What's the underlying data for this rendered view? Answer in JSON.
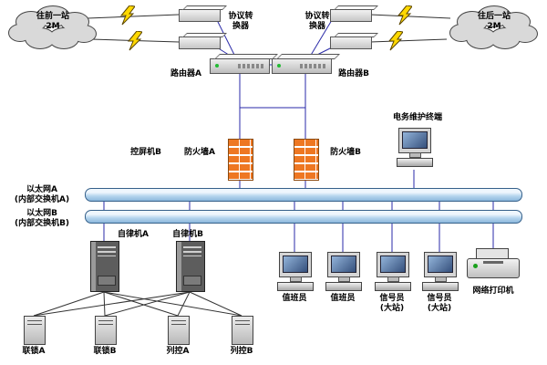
{
  "colors": {
    "line_blue": "#2a2aa8",
    "line_dark": "#333333",
    "lightning": "#ffd800",
    "firewall_brick": "#ee7722",
    "ethernet_bus": "#b5d5ee",
    "screen": "#35507c"
  },
  "labels": {
    "cloud_left_1": "往前一站",
    "cloud_left_2": "2M",
    "cloud_right_1": "往后一站",
    "cloud_right_2": "2M",
    "conv_left_1": "协议转",
    "conv_left_2": "换器",
    "conv_right_1": "协议转",
    "conv_right_2": "换器",
    "router_a": "路由器A",
    "router_b": "路由器B",
    "screen_machine_b": "控屏机B",
    "firewall_a": "防火墙A",
    "firewall_b": "防火墙B",
    "maintenance_terminal": "电务维护终端",
    "ethernet_a_1": "以太网A",
    "ethernet_a_2": "(内部交换机A)",
    "ethernet_b_1": "以太网B",
    "ethernet_b_2": "(内部交换机B)",
    "autonomy_a": "自律机A",
    "autonomy_b": "自律机B",
    "duty_officer_1": "值班员",
    "duty_officer_2": "值班员",
    "signalman_1_1": "信号员",
    "signalman_1_2": "(大站)",
    "signalman_2_1": "信号员",
    "signalman_2_2": "(大站)",
    "network_printer": "网络打印机",
    "interlocking_a": "联锁A",
    "interlocking_b": "联锁B",
    "train_control_a": "列控A",
    "train_control_b": "列控B"
  }
}
